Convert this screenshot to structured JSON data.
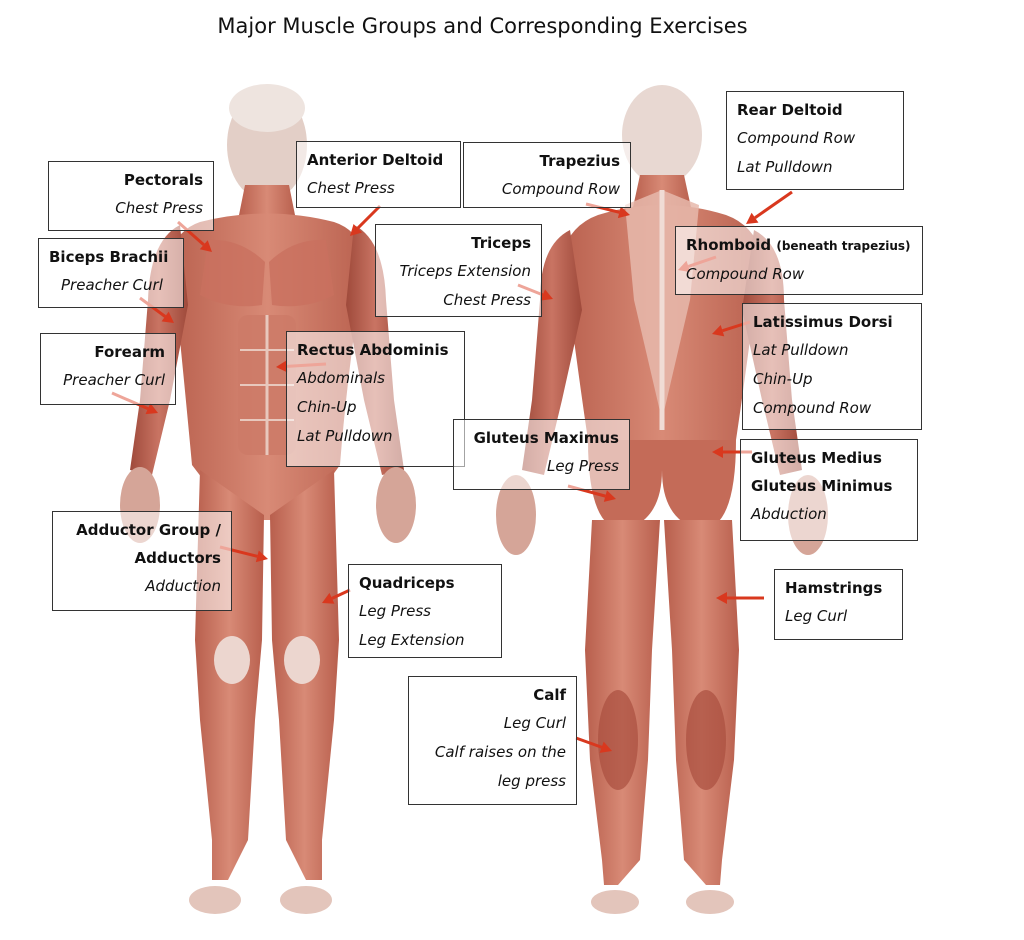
{
  "title": "Major Muscle Groups and Corresponding Exercises",
  "arrow_color": "#d9381e",
  "labels": [
    {
      "id": "pectorals",
      "name": "Pectorals",
      "exercises": [
        "Chest Press"
      ]
    },
    {
      "id": "biceps",
      "name": "Biceps Brachii",
      "exercises": [
        "Preacher Curl"
      ]
    },
    {
      "id": "forearm",
      "name": "Forearm",
      "exercises": [
        "Preacher Curl"
      ]
    },
    {
      "id": "anterior-deltoid",
      "name": "Anterior Deltoid",
      "exercises": [
        "Chest Press"
      ]
    },
    {
      "id": "rectus",
      "name": "Rectus Abdominis",
      "exercises": [
        "Abdominals",
        "Chin-Up",
        "Lat Pulldown"
      ]
    },
    {
      "id": "adductor",
      "name_lines": [
        "Adductor Group /",
        "Adductors"
      ],
      "exercises": [
        "Adduction"
      ]
    },
    {
      "id": "quadriceps",
      "name": "Quadriceps",
      "exercises": [
        "Leg Press",
        "Leg Extension"
      ]
    },
    {
      "id": "trapezius",
      "name": "Trapezius",
      "exercises": [
        "Compound Row"
      ]
    },
    {
      "id": "rear-deltoid",
      "name": "Rear Deltoid",
      "exercises": [
        "Compound Row",
        "Lat Pulldown"
      ]
    },
    {
      "id": "triceps",
      "name": "Triceps",
      "exercises": [
        "Triceps Extension",
        "Chest Press"
      ]
    },
    {
      "id": "rhomboid",
      "name": "Rhomboid",
      "note": "(beneath trapezius)",
      "exercises": [
        "Compound Row"
      ]
    },
    {
      "id": "latissimus",
      "name": "Latissimus Dorsi",
      "exercises": [
        "Lat Pulldown",
        "Chin-Up",
        "Compound Row"
      ]
    },
    {
      "id": "gluteus-maximus",
      "name": "Gluteus Maximus",
      "exercises": [
        "Leg Press"
      ]
    },
    {
      "id": "gluteus-medius",
      "name_lines": [
        "Gluteus Medius",
        "Gluteus Minimus"
      ],
      "exercises": [
        "Abduction"
      ]
    },
    {
      "id": "hamstrings",
      "name": "Hamstrings",
      "exercises": [
        "Leg Curl"
      ]
    },
    {
      "id": "calf",
      "name": "Calf",
      "exercises": [
        "Leg Curl",
        "Calf raises on the",
        "leg press"
      ]
    }
  ]
}
